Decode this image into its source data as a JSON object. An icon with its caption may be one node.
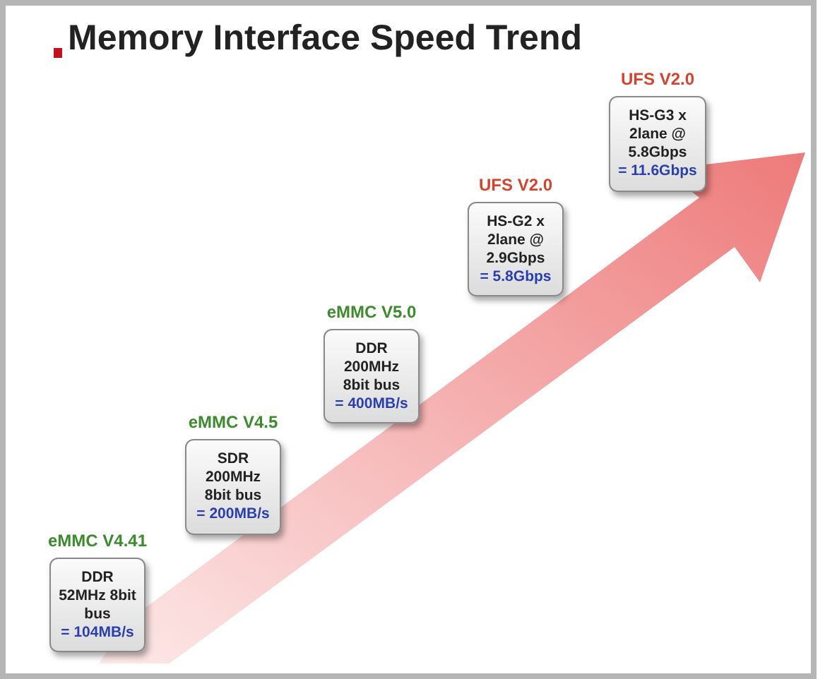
{
  "diagram": {
    "title": "Memory Interface Speed Trend",
    "nodes": [
      {
        "text": [
          "eMMC V4.41",
          "DDR 52MHz 8bit bus",
          "= 104MB/s"
        ]
      },
      {
        "text": [
          "eMMC V4.5",
          "SDR 200MHz 8bit bus",
          "= 200MB/s"
        ]
      },
      {
        "text": [
          "eMMC V5.0",
          "DDR 200MHz 8bit bus",
          "= 400MB/s"
        ]
      },
      {
        "text": [
          "UFS V2.0",
          "HS-G2 x 2lane @ 2.9Gbps",
          "= 5.8Gbps"
        ]
      },
      {
        "text": [
          "UFS V2.0",
          "HS-G3 x 2lane @ 5.8Gbps",
          "= 11.6Gbps"
        ]
      }
    ],
    "edges": []
  }
}
